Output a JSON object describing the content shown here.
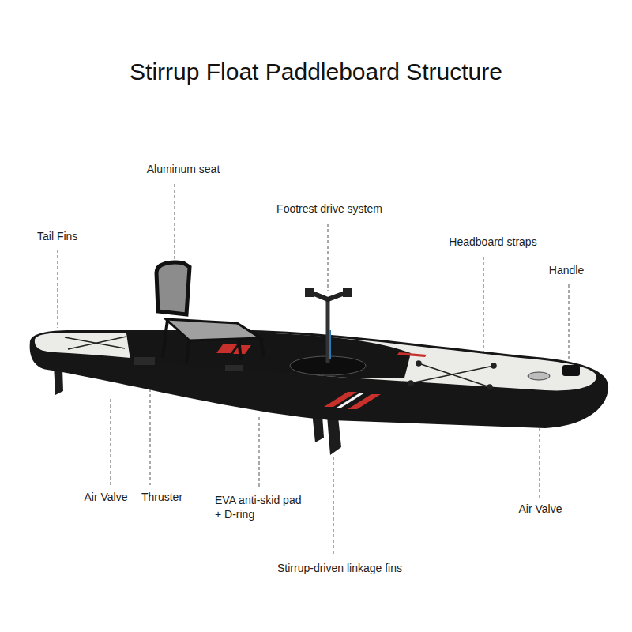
{
  "diagram": {
    "title": "Stirrup Float Paddleboard Structure",
    "labels": [
      "Aluminum seat",
      "Footrest drive system",
      "Tail Fins",
      "Headboard straps",
      "Handle",
      "Air Valve",
      "Thruster",
      "EVA anti-skid pad + D-ring",
      "Air Valve",
      "Stirrup-driven linkage fins"
    ]
  }
}
